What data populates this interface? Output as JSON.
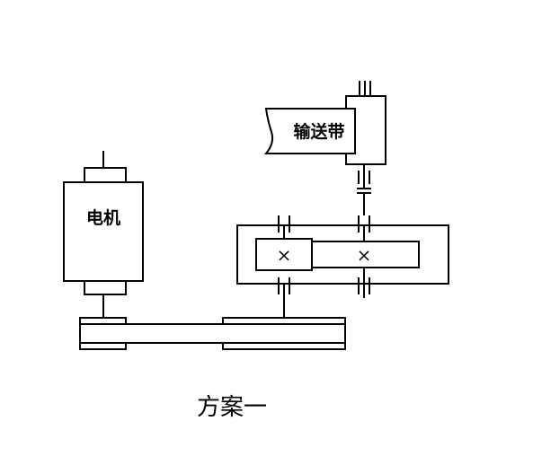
{
  "diagram": {
    "motor_label": "电机",
    "conveyor_label": "输送带",
    "caption": "方案一",
    "gear_mark": "×"
  }
}
